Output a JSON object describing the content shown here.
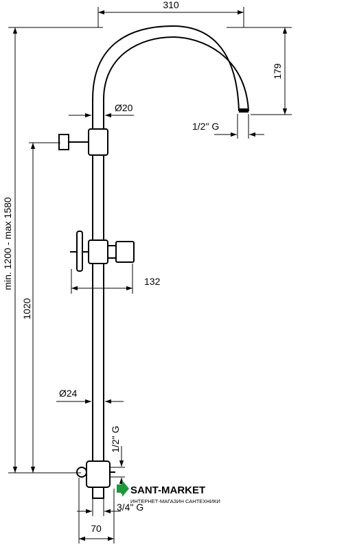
{
  "dimensions": {
    "arm_width": "310",
    "arm_height": "179",
    "pipe_diameter_top": "Ø20",
    "outlet_thread": "1/2\" G",
    "adjustment_range": "min. 1200 - max 1580",
    "slider_height": "1020",
    "handle_projection": "132",
    "pipe_diameter_bottom": "Ø24",
    "bottom_thread": "1/2\" G",
    "inlet_thread": "3/4\" G",
    "base_width": "70"
  },
  "watermark": {
    "brand": "SANT-MARKET",
    "tagline": "ИНТЕРНЕТ-МАГАЗИН САНТЕХНИКИ",
    "brand_color": "#1a9a3a",
    "tagline_color": "#333333"
  }
}
